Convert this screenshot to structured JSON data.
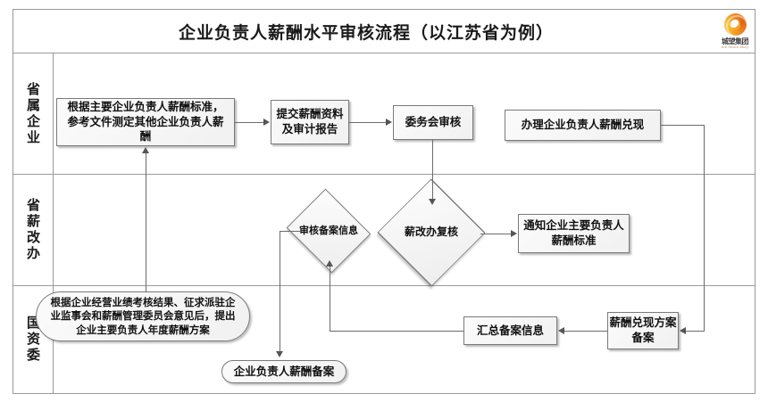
{
  "header": {
    "title": "企业负责人薪酬水平审核流程（以江苏省为例）",
    "logo": {
      "name": "chengwang-group-logo",
      "cn": "城望集团",
      "en": "the future ahity"
    }
  },
  "lanes": [
    {
      "id": "lane-provincial-enterprise",
      "label": "省属企业"
    },
    {
      "id": "lane-salary-reform-office",
      "label": "省薪改办"
    },
    {
      "id": "lane-sasac",
      "label": "国资委"
    }
  ],
  "nodes": [
    {
      "id": "node-determine-salary",
      "shape": "box",
      "lane": "省属企业",
      "text": "根据主要企业负责人薪酬标准，参考文件测定其他企业负责人薪酬"
    },
    {
      "id": "node-submit-materials",
      "shape": "box",
      "lane": "省属企业",
      "text": "提交薪酬资料及审计报告"
    },
    {
      "id": "node-committee-review",
      "shape": "box",
      "lane": "省属企业",
      "text": "委务会审核"
    },
    {
      "id": "node-handle-payout",
      "shape": "box",
      "lane": "省属企业",
      "text": "办理企业负责人薪酬兑现"
    },
    {
      "id": "node-review-filing-info",
      "shape": "diamond",
      "lane": "省薪改办",
      "text": "审核备案信息"
    },
    {
      "id": "node-office-recheck",
      "shape": "diamond",
      "lane": "省薪改办",
      "text": "薪改办复核"
    },
    {
      "id": "node-notify-standard",
      "shape": "box",
      "lane": "省薪改办",
      "text": "通知企业主要负责人薪酬标准"
    },
    {
      "id": "node-annual-plan",
      "shape": "stadium",
      "lane": "国资委",
      "text": "根据企业经营业绩考核结果、征求派驻企业监事会和薪酬管理委员会意见后，提出企业主要负责人年度薪酬方案"
    },
    {
      "id": "node-aggregate-filing",
      "shape": "box",
      "lane": "国资委",
      "text": "汇总备案信息"
    },
    {
      "id": "node-payout-plan-filing",
      "shape": "box",
      "lane": "国资委",
      "text": "薪酬兑现方案备案"
    },
    {
      "id": "node-salary-filing",
      "shape": "stadium",
      "lane": "国资委",
      "text": "企业负责人薪酬备案"
    }
  ],
  "colors": {
    "frame_border": "#9a9a9a",
    "node_border": "#7a7a7a",
    "node_fill": "#f3f3f3",
    "connector": "#6b6b6b",
    "text": "#111111",
    "logo_orange": "#f0a429"
  }
}
